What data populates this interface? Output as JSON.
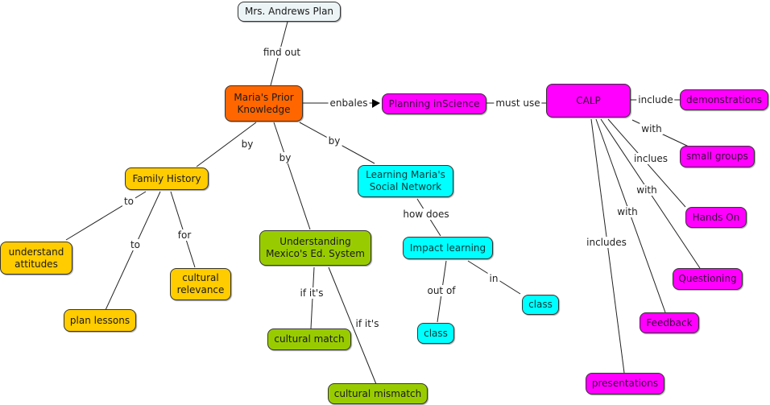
{
  "title": "Mrs. Andrews Plan",
  "colors": {
    "root": "#ecf4f6",
    "prior_knowledge": "#ff6600",
    "calp_group": "#ff00ff",
    "family_group": "#ffcc00",
    "mexico_group": "#99cc00",
    "social_group": "#00ffff",
    "line": "#222222"
  },
  "nodes": {
    "root": "Mrs. Andrews Plan",
    "prior": "Maria's Prior\nKnowledge",
    "planning": "Planning inScience",
    "calp": "CALP",
    "demonstrations": "demonstrations",
    "small_groups": "small groups",
    "hands_on": "Hands On",
    "questioning": "Questioning",
    "feedback": "Feedback",
    "presentations": "presentations",
    "family": "Family History",
    "understand": "understand\nattitudes",
    "plan_lessons": "plan lessons",
    "cultural_relevance": "cultural\nrelevance",
    "mexico": "Understanding\nMexico's Ed. System",
    "cultural_match": "cultural match",
    "cultural_mismatch": "cultural mismatch",
    "social": "Learning Maria's\nSocial Network",
    "impact": "Impact learning",
    "class_out": "class",
    "class_in": "class"
  },
  "links": {
    "find_out": "find out",
    "enbales": "enbales",
    "must_use": "must use",
    "include": "include",
    "with_small": "with",
    "inclues": "inclues",
    "with_q": "with",
    "with_fb": "with",
    "includes": "includes",
    "by_family": "by",
    "by_mexico": "by",
    "by_social": "by",
    "to_understand": "to",
    "to_plan": "to",
    "for": "for",
    "ifits_match": "if it's",
    "ifits_mismatch": "if it's",
    "how_does": "how does",
    "out_of": "out of",
    "in": "in"
  }
}
